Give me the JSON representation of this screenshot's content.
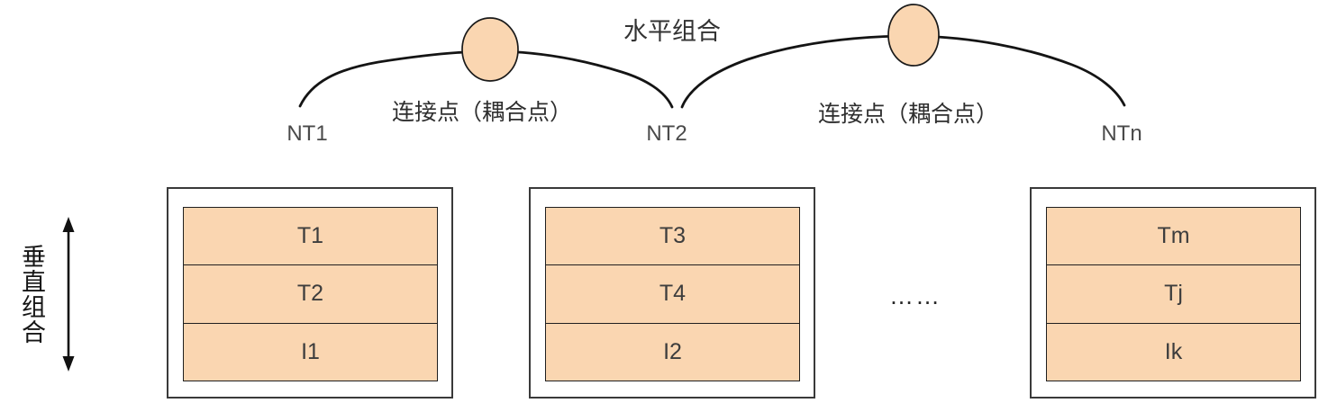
{
  "horizontal_group": {
    "title": "水平组合",
    "coupling_labels": [
      "连接点（耦合点）",
      "连接点（耦合点）"
    ],
    "node_labels": [
      "NT1",
      "NT2",
      "NTn"
    ]
  },
  "vertical_group": {
    "title": "垂直组合"
  },
  "ellipsis": "……",
  "stacks": [
    {
      "rows": [
        "T1",
        "T2",
        "I1"
      ]
    },
    {
      "rows": [
        "T3",
        "T4",
        "I2"
      ]
    },
    {
      "rows": [
        "Tm",
        "Tj",
        "Ik"
      ]
    }
  ],
  "colors": {
    "node_fill": "#fad6b1",
    "line": "#141414",
    "label_text": "#3f3f3f"
  }
}
